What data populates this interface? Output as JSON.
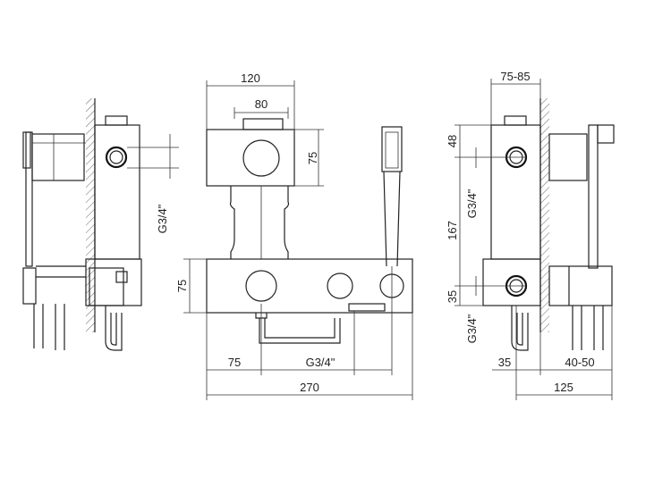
{
  "dimensions": {
    "front_overall_width": "120",
    "front_inner_width": "80",
    "front_upper_height": "75",
    "front_lower_height": "75",
    "front_offset": "75",
    "front_thread": "G3/4\"",
    "front_total_width": "270",
    "left_thread": "G3/4\"",
    "right_depth_range": "75-85",
    "right_top_offset": "48",
    "right_thread_top": "G3/4\"",
    "right_center_distance": "167",
    "right_bottom_offset": "35",
    "right_thread_bottom": "G3/4\"",
    "right_bottom_35": "35",
    "right_wall_range": "40-50",
    "right_total_depth": "125"
  }
}
